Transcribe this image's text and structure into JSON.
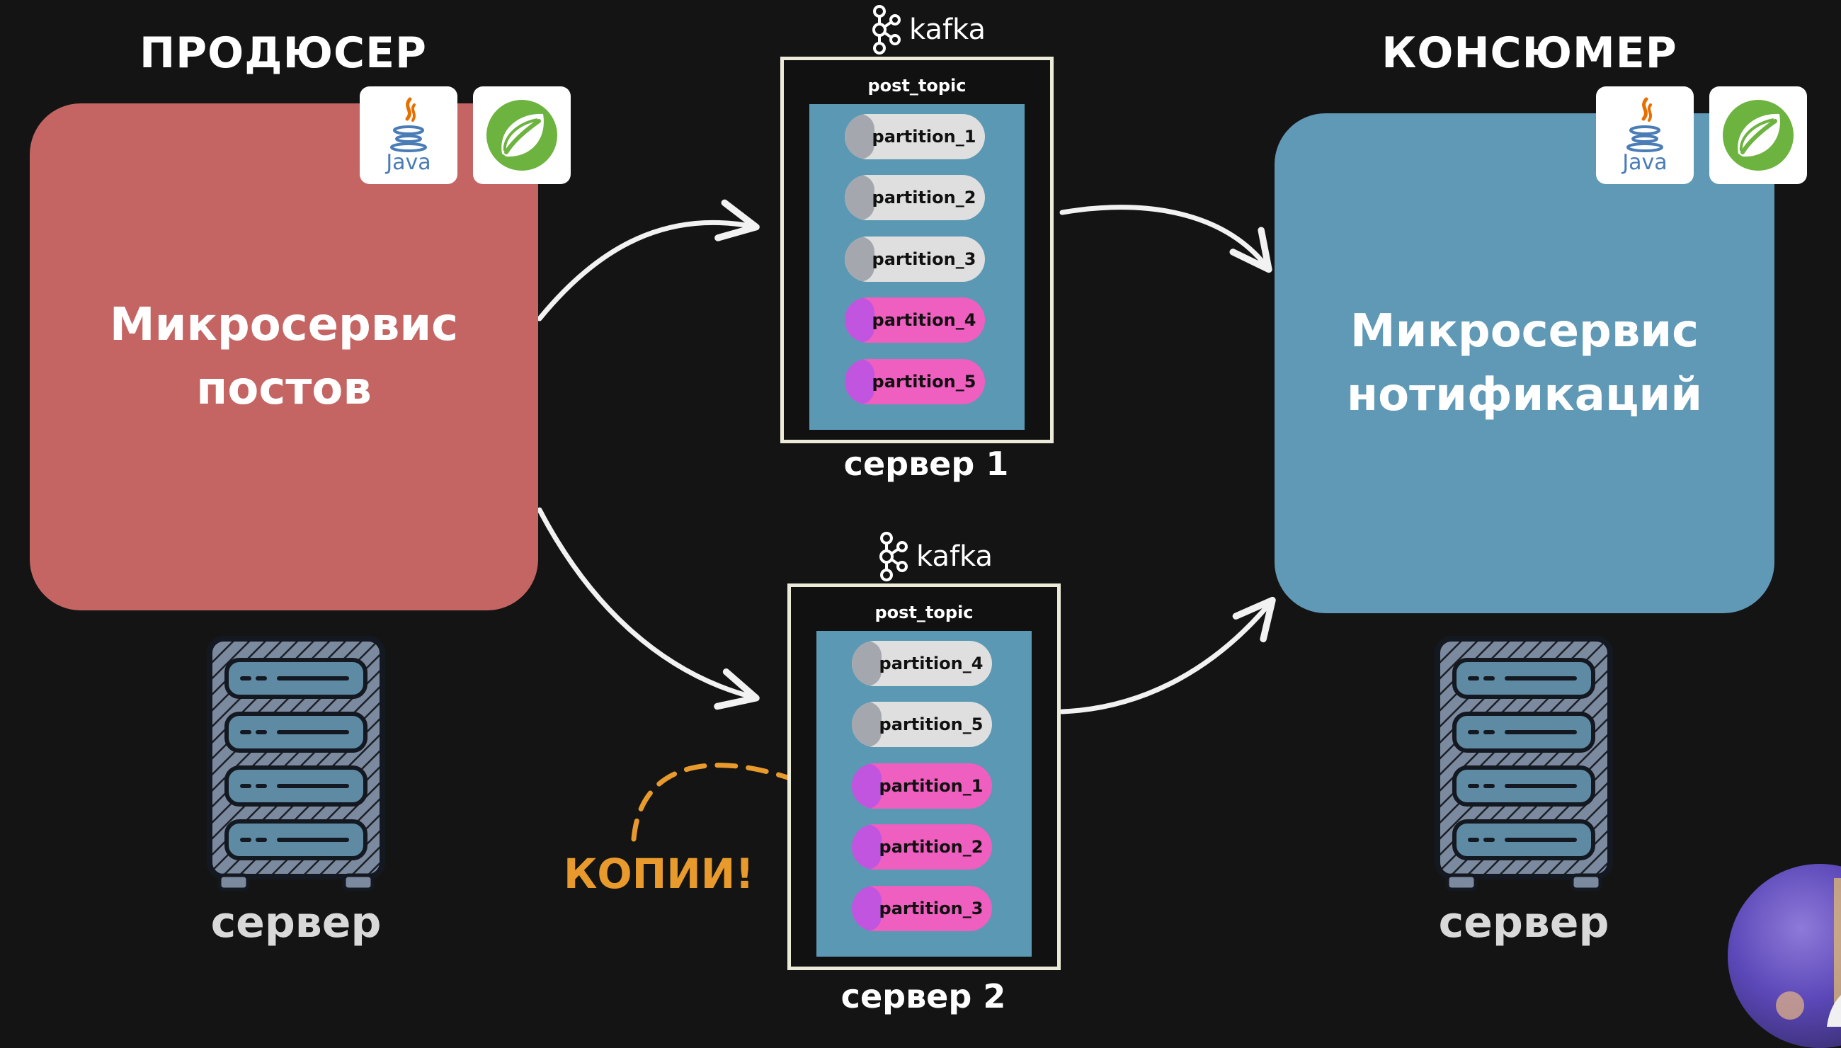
{
  "producer": {
    "heading": "ПРОДЮСЕР",
    "title": "Микросервис\nпостов",
    "color": "#c46563",
    "server_label": "сервер"
  },
  "consumer": {
    "heading": "КОНСЮМЕР",
    "title": "Микросервис\nнотификаций",
    "color": "#6099b6",
    "server_label": "сервер"
  },
  "badges": {
    "java_label": "Java",
    "java_icon": "java-icon",
    "spring_icon": "spring-icon"
  },
  "brokers": [
    {
      "logo_text": "kafka",
      "topic": "post_topic",
      "label": "сервер 1",
      "partitions": [
        {
          "label": "partition_1",
          "role": "leader"
        },
        {
          "label": "partition_2",
          "role": "leader"
        },
        {
          "label": "partition_3",
          "role": "leader"
        },
        {
          "label": "partition_4",
          "role": "replica"
        },
        {
          "label": "partition_5",
          "role": "replica"
        }
      ]
    },
    {
      "logo_text": "kafka",
      "topic": "post_topic",
      "label": "сервер 2",
      "partitions": [
        {
          "label": "partition_4",
          "role": "leader"
        },
        {
          "label": "partition_5",
          "role": "leader"
        },
        {
          "label": "partition_1",
          "role": "replica"
        },
        {
          "label": "partition_2",
          "role": "replica"
        },
        {
          "label": "partition_3",
          "role": "replica"
        }
      ]
    }
  ],
  "annotation": {
    "text": "КОПИИ!",
    "color": "#e89b2c"
  },
  "colors": {
    "background": "#141414",
    "leader_partition": "#dfdfdf",
    "replica_partition": "#ef5fc0",
    "topic_panel": "#5a98b3"
  }
}
